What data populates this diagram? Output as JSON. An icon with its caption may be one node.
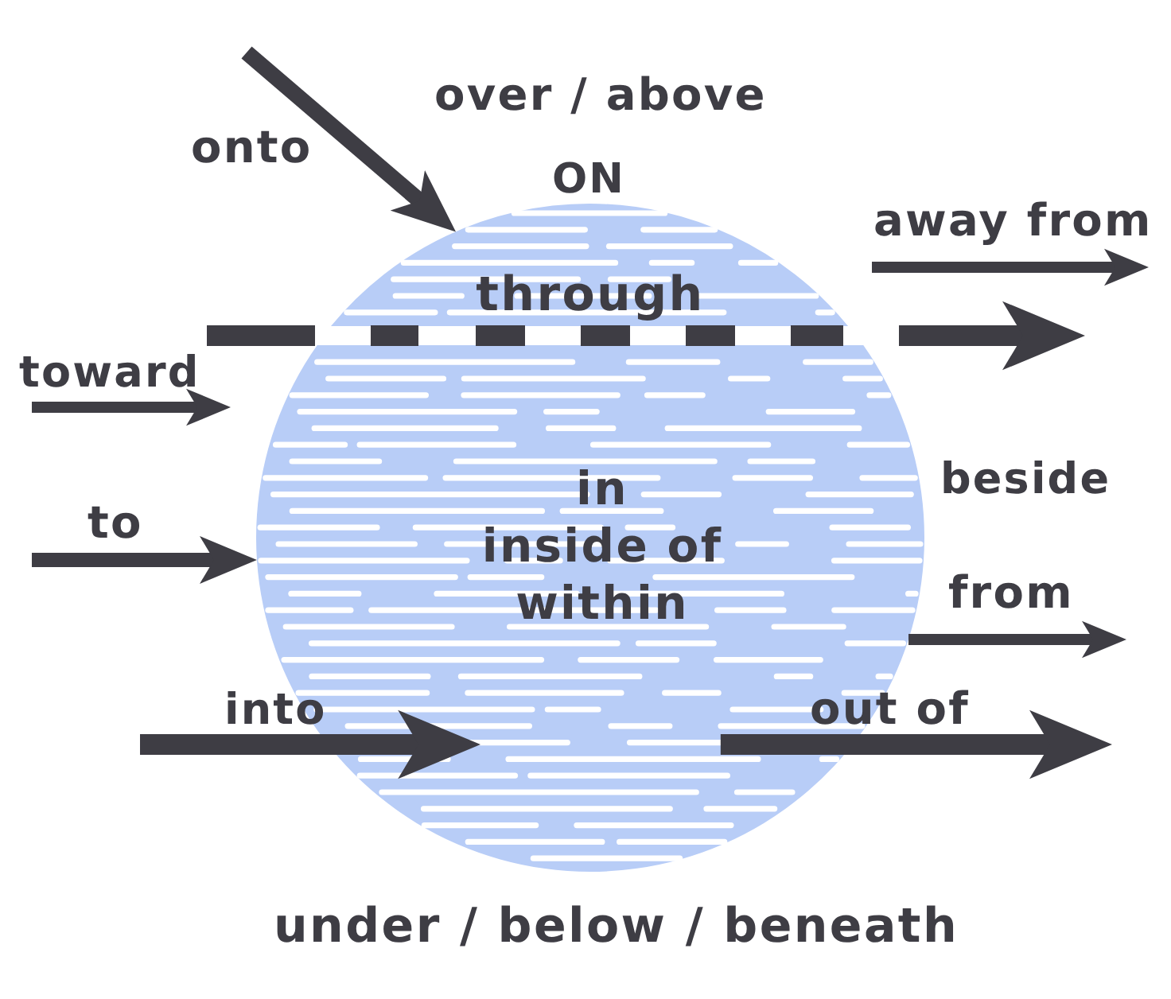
{
  "diagram": {
    "nodes": [
      {
        "text": [
          "through"
        ]
      },
      {
        "text": [
          "in",
          "inside of",
          "within"
        ]
      }
    ],
    "edges": [
      {
        "from": null,
        "to": 0,
        "arrow": "to",
        "label": "onto"
      },
      {
        "from": null,
        "to": 1,
        "arrow": "to",
        "label": "to"
      },
      {
        "from": 1,
        "to": null,
        "arrow": "to",
        "label": "from"
      },
      {
        "from": null,
        "to": 1,
        "arrow": "to",
        "label": "into"
      },
      {
        "from": 1,
        "to": null,
        "arrow": "to",
        "label": "out of"
      }
    ],
    "labels": [
      "over / above",
      "ON",
      "away from",
      "toward",
      "beside",
      "under / below / beneath"
    ]
  }
}
